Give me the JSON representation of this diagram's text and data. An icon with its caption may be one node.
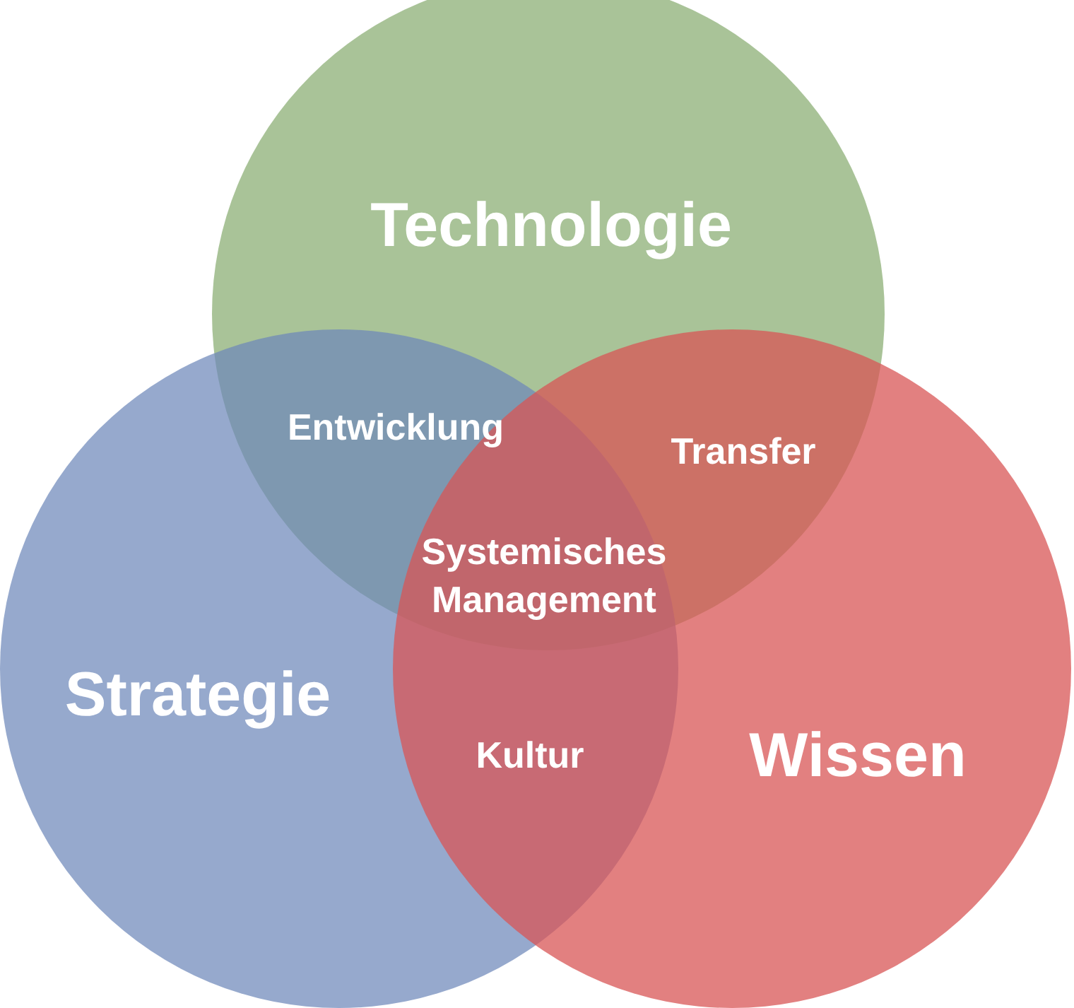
{
  "diagram": {
    "nodes": [
      {
        "text": [
          "Technologie"
        ]
      },
      {
        "text": [
          "Strategie"
        ]
      },
      {
        "text": [
          "Wissen"
        ]
      }
    ],
    "labels": [
      "Entwicklung",
      "Transfer",
      "Systemisches Management",
      "Kultur"
    ]
  }
}
